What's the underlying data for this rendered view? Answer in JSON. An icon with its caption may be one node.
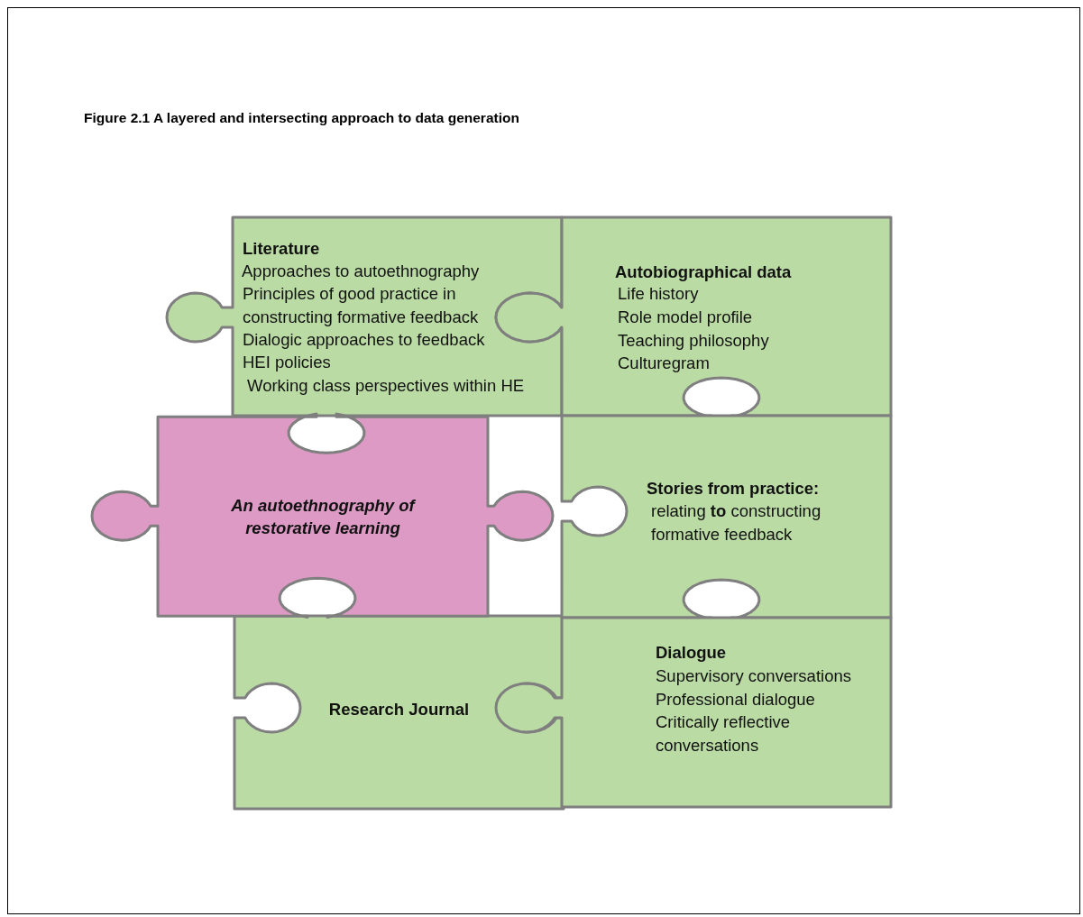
{
  "diagram": {
    "title": "Figure 2.1 A layered and intersecting approach to data generation",
    "nodes": [
      {
        "text": [
          "Literature",
          "Approaches to autoethnography",
          "Principles of good practice in constructing formative feedback",
          "Dialogic approaches to feedback",
          "HEI policies",
          "Working class perspectives within HE"
        ]
      },
      {
        "text": [
          "Autobiographical data",
          "Life history",
          "Role model profile",
          "Teaching philosophy",
          "Culturegram"
        ]
      },
      {
        "text": [
          "An autoethnography of restorative learning"
        ]
      },
      {
        "text": [
          "Stories from practice:",
          "relating **to** constructing formative feedback"
        ]
      },
      {
        "text": [
          "Research Journal"
        ]
      },
      {
        "text": [
          "Dialogue",
          "Supervisory conversations",
          "Professional dialogue",
          "Critically reflective conversations"
        ]
      }
    ],
    "edges": []
  }
}
